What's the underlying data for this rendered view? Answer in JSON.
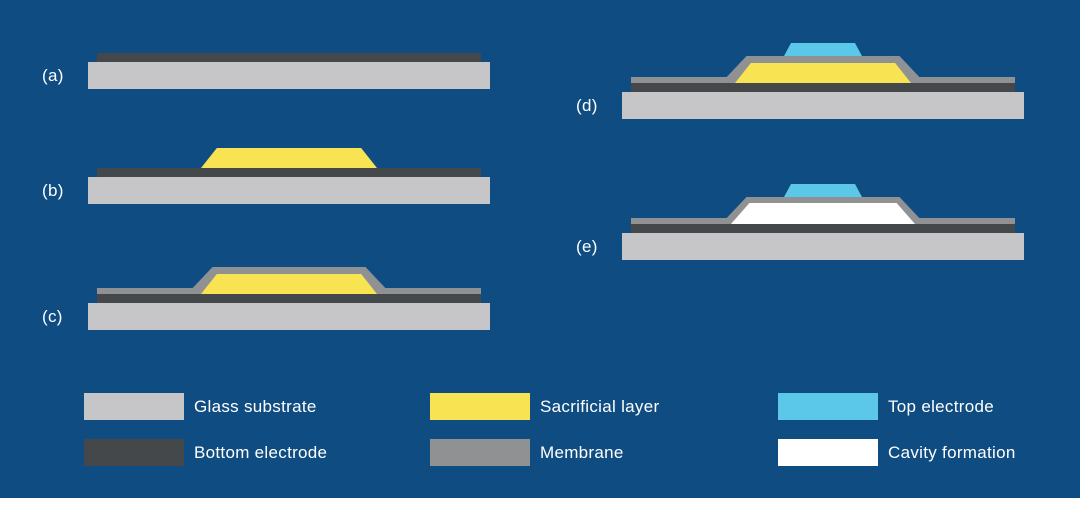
{
  "figure": {
    "background": "#0f4c81",
    "text_color": "#ffffff",
    "bottom_strip_color": "#ffffff",
    "panels": [
      {
        "label": "(a)"
      },
      {
        "label": "(b)"
      },
      {
        "label": "(c)"
      },
      {
        "label": "(d)"
      },
      {
        "label": "(e)"
      }
    ],
    "layers": {
      "glass_substrate": "#c6c6c8",
      "bottom_electrode": "#45484b",
      "sacrificial_layer": "#f8e352",
      "membrane": "#8f9193",
      "top_electrode": "#5bc8e9",
      "cavity_formation": "#ffffff"
    },
    "legend": {
      "items": [
        {
          "label": "Glass substrate",
          "color": "#c6c6c8"
        },
        {
          "label": "Bottom electrode",
          "color": "#45484b"
        },
        {
          "label": "Sacrificial layer",
          "color": "#f8e352"
        },
        {
          "label": "Membrane",
          "color": "#8f9193"
        },
        {
          "label": "Top electrode",
          "color": "#5bc8e9"
        },
        {
          "label": "Cavity formation",
          "color": "#ffffff"
        }
      ]
    }
  }
}
